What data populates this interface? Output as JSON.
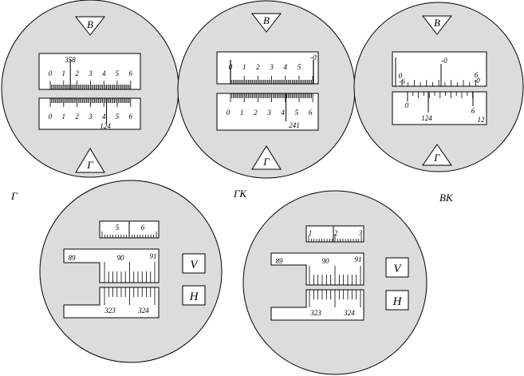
{
  "colors": {
    "disc_fill": "#dcdcdc",
    "stroke": "#000000",
    "scale_fill": "#ffffff",
    "background": "#ffffff"
  },
  "captions": {
    "g": "Г",
    "gk": "ГК",
    "vk": "ВК"
  },
  "triangles": {
    "top": "В",
    "bottom": "Г"
  },
  "boxes": {
    "v": "V",
    "h": "H"
  },
  "panel_g": {
    "top_scale": {
      "ticks": [
        "0",
        "1",
        "2",
        "3",
        "4",
        "5",
        "6"
      ],
      "reading": "358",
      "reading_position": 1.5
    },
    "bottom_scale": {
      "ticks": [
        "0",
        "1",
        "2",
        "3",
        "4",
        "5",
        "6"
      ],
      "reading": "124",
      "reading_position": 4.2
    }
  },
  "panel_gk": {
    "top_scale": {
      "ticks": [
        "0",
        "1",
        "2",
        "3",
        "4",
        "5",
        "6"
      ],
      "end_label": "-0",
      "reading_position": 0
    },
    "bottom_scale": {
      "ticks": [
        "0",
        "1",
        "2",
        "3",
        "4",
        "5",
        "6"
      ],
      "reading": "241",
      "reading_position": 4.8
    }
  },
  "panel_vk": {
    "top_scale": {
      "left_labels": [
        "0",
        "-6"
      ],
      "right_labels": [
        "6",
        "-0"
      ],
      "center_label": "-0"
    },
    "bottom_scale": {
      "left_label": "0",
      "right_labels": [
        "6",
        "12"
      ],
      "reading": "124"
    }
  },
  "micro_left": {
    "top_window": {
      "labels": [
        "5",
        "6"
      ]
    },
    "v_scale": {
      "labels": [
        "89",
        "90",
        "91"
      ]
    },
    "h_scale": {
      "labels": [
        "323",
        "324"
      ]
    }
  },
  "micro_right": {
    "top_window": {
      "labels": [
        "1",
        "2",
        "3"
      ]
    },
    "v_scale": {
      "labels": [
        "89",
        "90",
        "91"
      ]
    },
    "h_scale": {
      "labels": [
        "323",
        "324"
      ]
    }
  }
}
